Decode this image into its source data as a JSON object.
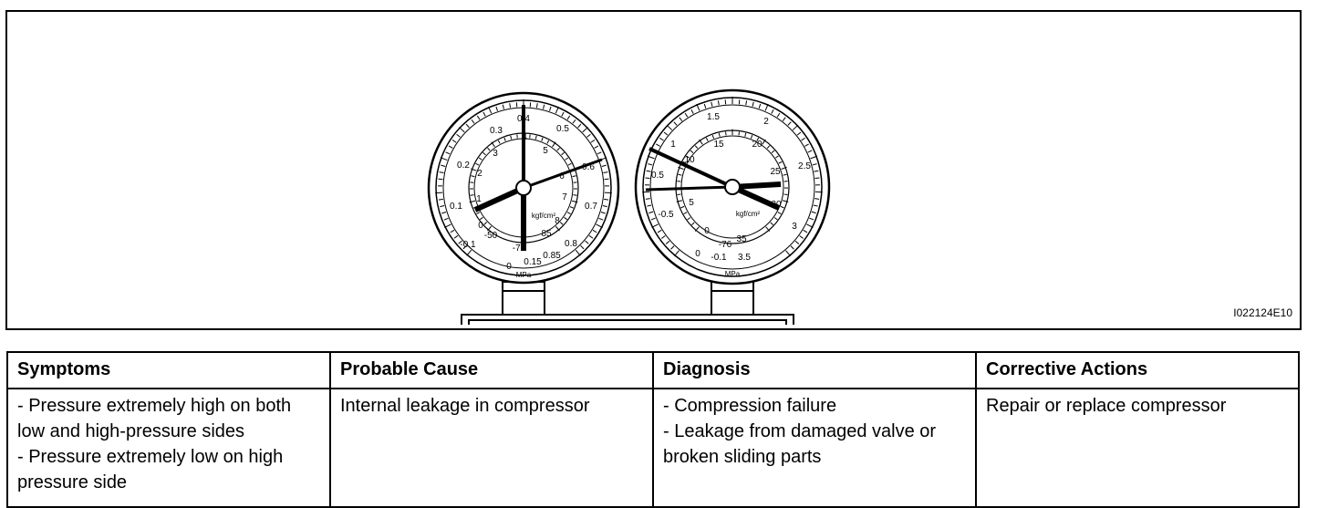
{
  "figure": {
    "id": "I022124E10",
    "low_gauge": {
      "outer_labels": [
        "0.3",
        "0.4",
        "0.5",
        "0.2",
        "0.6",
        "0.1",
        "0.7",
        "-0.1",
        "0",
        "0.8",
        "0.85",
        "0.15"
      ],
      "inner_labels": [
        "3",
        "4",
        "5",
        "2",
        "6",
        "1",
        "7",
        "8",
        "0",
        "-50",
        "-76",
        "85"
      ],
      "unit_inner": "kgf/cm²",
      "unit_outer": "MPa"
    },
    "high_gauge": {
      "outer_labels": [
        "1.5",
        "2",
        "1",
        "2.5",
        "0.5",
        "3",
        "-0.5",
        "0",
        "-0.1",
        "3.5"
      ],
      "inner_labels": [
        "15",
        "20",
        "10",
        "25",
        "5",
        "30",
        "0",
        "-76",
        "35"
      ],
      "unit_inner": "kgf/cm²",
      "unit_outer": "MPa"
    }
  },
  "table": {
    "headers": [
      "Symptoms",
      "Probable Cause",
      "Diagnosis",
      "Corrective Actions"
    ],
    "row": {
      "symptoms": [
        "- Pressure extremely high on both low and high-pressure sides",
        "- Pressure extremely low on high pressure side"
      ],
      "cause": "Internal leakage in compressor",
      "diagnosis": [
        "- Compression failure",
        "- Leakage from damaged valve or broken sliding parts"
      ],
      "action": "Repair or replace compressor"
    }
  }
}
